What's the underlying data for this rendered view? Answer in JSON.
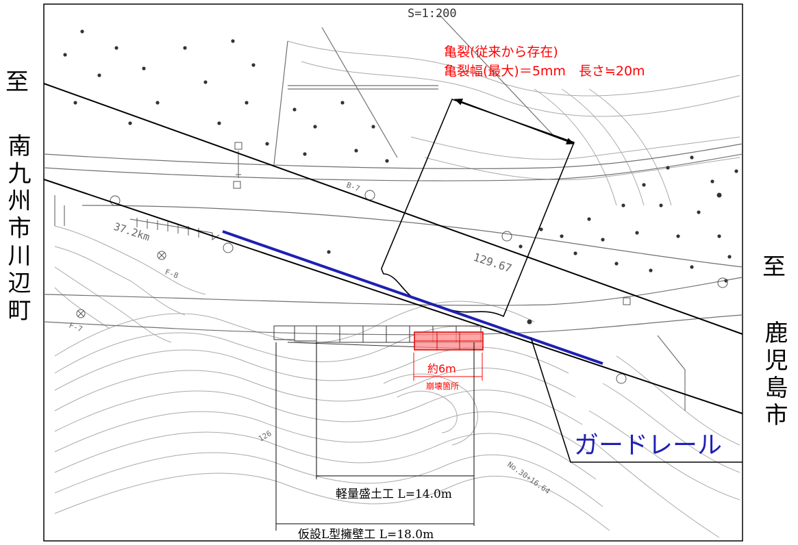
{
  "scale": "S=1:200",
  "direction_left": {
    "to_mark": "至",
    "place": "南九州市川辺町"
  },
  "direction_right": {
    "to_mark": "至",
    "place": "鹿児島市"
  },
  "crack_note": {
    "line1": "亀裂(従来から存在)",
    "line2": "亀裂幅(最大)＝5mm　長さ≒20m",
    "color": "#ff0000"
  },
  "collapse": {
    "width_label": "約6m",
    "area_label": "崩壊箇所",
    "color": "#ff0000"
  },
  "guardrail": {
    "label": "ガードレール",
    "color": "#1f1fb4"
  },
  "works": {
    "lightweight_fill": "軽量盛土工 L=14.0m",
    "temp_wall": "仮設L型擁壁工 L=18.0m"
  },
  "drawing_marks": {
    "distance": "37.2km",
    "elevation": "129.67",
    "station_label": "No.30+16.64",
    "bench_a": "B-7",
    "bench_b": "F-8",
    "bench_c": "F-7",
    "contour_label": "126"
  }
}
